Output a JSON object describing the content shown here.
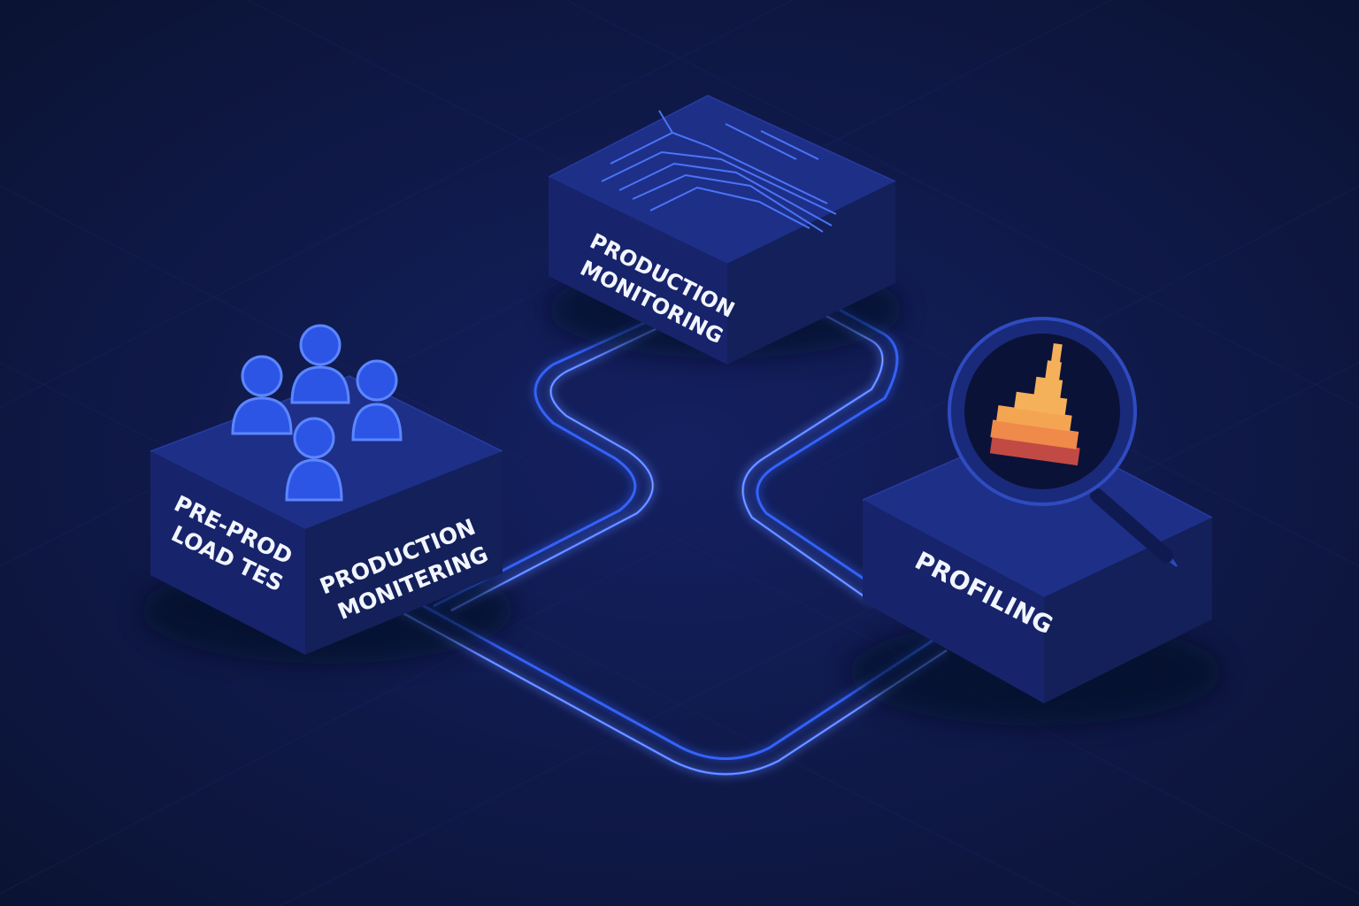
{
  "blocks": {
    "preprod": {
      "left_label_line1": "PRE-PROD",
      "left_label_line2": "LOAD TES",
      "right_label_line1": "PRODUCTION",
      "right_label_line2": "MONITERING",
      "icon": "users-group-icon"
    },
    "monitoring": {
      "label_line1": "PRODUCTION",
      "label_line2": "MONITORING",
      "icon": "line-chart-icon"
    },
    "profiling": {
      "label": "PROFILING",
      "icon": "magnifier-flame-graph-icon"
    }
  },
  "colors": {
    "background": "#0d1538",
    "block_top": "#1e2f88",
    "block_left": "#17246b",
    "block_right": "#132059",
    "accent_glow": "#3d6bff",
    "flame_top": "#f4b15a",
    "flame_mid": "#ef8a4a",
    "flame_bottom": "#c24a44"
  }
}
